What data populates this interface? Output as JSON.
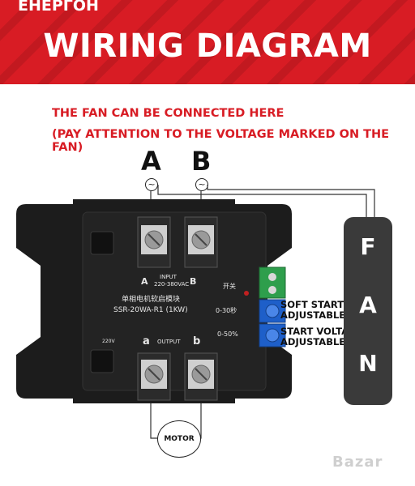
{
  "header": {
    "brand": "ЕНЕРГОН",
    "title": "WIRING DIAGRAM"
  },
  "notes": {
    "line1": "THE FAN CAN BE CONNECTED HERE",
    "line2": "(PAY ATTENTION TO THE VOLTAGE MARKED ON THE FAN)"
  },
  "terminals": {
    "a_label": "A",
    "b_label": "B",
    "ac_symbol": "~"
  },
  "module": {
    "input_a": "A",
    "input_b": "B",
    "input_label": "INPUT",
    "input_voltage": "220-380VAC",
    "chinese_title": "单相电机软启模块",
    "model": "SSR-20WA-R1 (1KW)",
    "switch_label": "开关",
    "range_time": "0-30秒",
    "range_voltage": "0-50%",
    "output_label": "OUTPUT",
    "output_a": "a",
    "output_b": "b",
    "output_voltage": "220V"
  },
  "fan": {
    "letters": [
      "F",
      "A",
      "N"
    ]
  },
  "callouts": {
    "soft_start_line1": "SOFT START TIME IS",
    "soft_start_line2": "ADJUSTABLE",
    "start_voltage_line1": "START VOLTAGE",
    "start_voltage_line2": "ADJUSTABLE"
  },
  "motor": {
    "label": "MOTOR"
  },
  "watermark": "Bazar",
  "colors": {
    "banner": "#d81c24",
    "note_text": "#d81c24",
    "module_body": "#1c1c1c",
    "fan_body": "#3a3a3a",
    "knob_blue": "#1e5fc9",
    "terminal_green": "#2e9e4c"
  }
}
